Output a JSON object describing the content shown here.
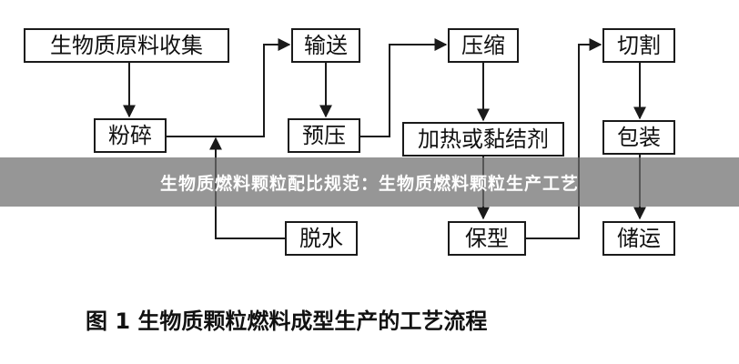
{
  "diagram": {
    "nodes": {
      "raw_collection": "生物质原料收集",
      "crush": "粉碎",
      "dewater": "脱水",
      "transport": "输送",
      "precompress": "预压",
      "compress": "压缩",
      "heat_binder": "加热或黏结剂",
      "shape": "保型",
      "cut": "切割",
      "package": "包装",
      "store_ship": "储运"
    },
    "edges": [
      [
        "raw_collection",
        "crush"
      ],
      [
        "crush",
        "transport"
      ],
      [
        "dewater",
        "crush"
      ],
      [
        "transport",
        "precompress"
      ],
      [
        "precompress",
        "compress"
      ],
      [
        "compress",
        "heat_binder"
      ],
      [
        "heat_binder",
        "shape"
      ],
      [
        "shape",
        "cut"
      ],
      [
        "cut",
        "package"
      ],
      [
        "package",
        "store_ship"
      ]
    ]
  },
  "banner": {
    "text": "生物质燃料颗粒配比规范：生物质燃料颗粒生产工艺"
  },
  "caption": {
    "text": "图 1   生物质颗粒燃料成型生产的工艺流程"
  },
  "colors": {
    "line": "#1a1a1a",
    "banner_bg": "#6e6e6e",
    "banner_text": "#ffffff"
  }
}
